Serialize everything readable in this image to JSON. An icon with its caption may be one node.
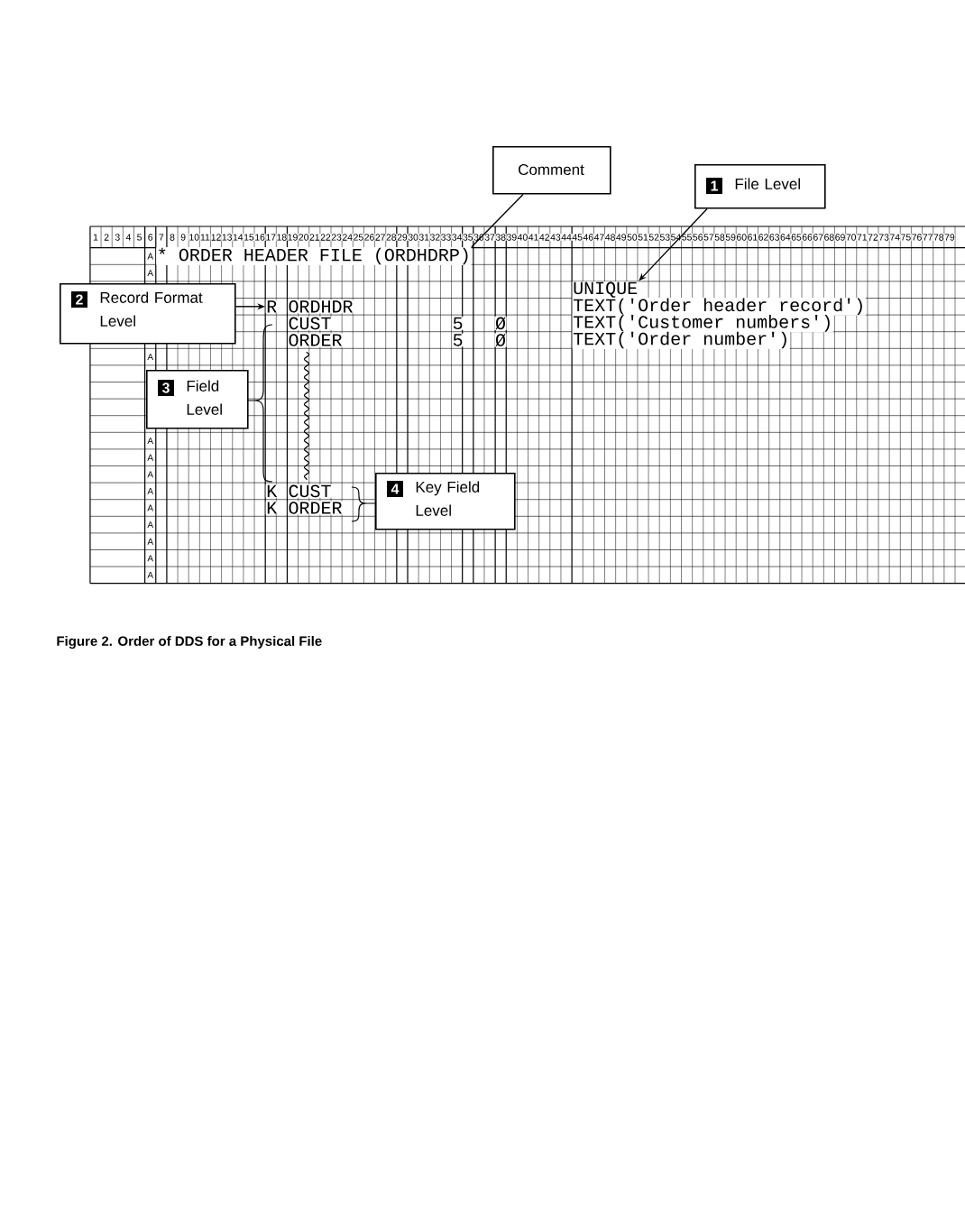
{
  "diagram": {
    "caption": "Figure 2. Order of DDS for a Physical File",
    "nodes": [
      {
        "text": [
          "Comment"
        ]
      },
      {
        "text": [
          "1",
          "File Level"
        ]
      },
      {
        "text": [
          "* ORDER HEADER FILE (ORDHDRP)"
        ]
      },
      {
        "text": [
          "UNIQUE"
        ]
      },
      {
        "text": [
          "2",
          "Record Format Level"
        ]
      },
      {
        "text": [
          "R"
        ]
      },
      {
        "text": [
          "3",
          "Field Level"
        ]
      },
      {
        "text": [
          "4",
          "Key Field Level"
        ]
      }
    ],
    "edges": [
      {
        "from": 0,
        "to": 2,
        "arrow": "none"
      },
      {
        "from": 1,
        "to": 3,
        "arrow": "to"
      },
      {
        "from": 4,
        "to": 5,
        "arrow": "to"
      }
    ],
    "labels": [
      "1",
      "2",
      "3",
      "4",
      "5",
      "6",
      "7",
      "8",
      "9",
      "10",
      "11",
      "12",
      "13",
      "14",
      "15",
      "16",
      "17",
      "18",
      "19",
      "20",
      "21",
      "22",
      "23",
      "24",
      "25",
      "26",
      "27",
      "28",
      "29",
      "30",
      "31",
      "32",
      "33",
      "34",
      "35",
      "36",
      "37",
      "38",
      "39",
      "40",
      "41",
      "42",
      "43",
      "44",
      "45",
      "46",
      "47",
      "48",
      "49",
      "50",
      "51",
      "52",
      "53",
      "54",
      "55",
      "56",
      "57",
      "58",
      "59",
      "60",
      "61",
      "62",
      "63",
      "64",
      "65",
      "66",
      "67",
      "68",
      "69",
      "70",
      "71",
      "72",
      "73",
      "74",
      "75",
      "76",
      "77",
      "78",
      "79",
      "A",
      "A",
      "ORDHDR",
      "TEXT('Order header record')",
      "CUST",
      "5",
      "Ø",
      "TEXT('Customer numbers')",
      "ORDER",
      "5",
      "Ø",
      "TEXT('Order number')",
      "A",
      "A",
      "A",
      "A",
      "A",
      "K",
      "CUST",
      "A",
      "K",
      "ORDER",
      "A",
      "A",
      "A",
      "A"
    ]
  }
}
